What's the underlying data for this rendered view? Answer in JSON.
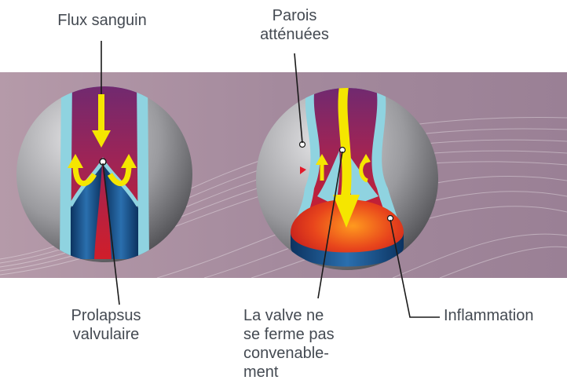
{
  "labels": {
    "flux_sanguin": "Flux sanguin",
    "parois_attenuees": "Parois\natténuées",
    "prolapsus_valvulaire": "Prolapsus\nvalvulaire",
    "valve_ne_ferme_pas": "La valve ne\nse ferme pas\nconvenable-\nment",
    "inflammation": "Inflammation"
  },
  "colors": {
    "band": "#a98fa0",
    "vein_wall": "#8fd3e0",
    "blood_top": "#7a2a6a",
    "blood_red": "#c41e2e",
    "valve_blue": "#1f5f9a",
    "arrow_yellow": "#f5e600",
    "label_text": "#444a52"
  }
}
